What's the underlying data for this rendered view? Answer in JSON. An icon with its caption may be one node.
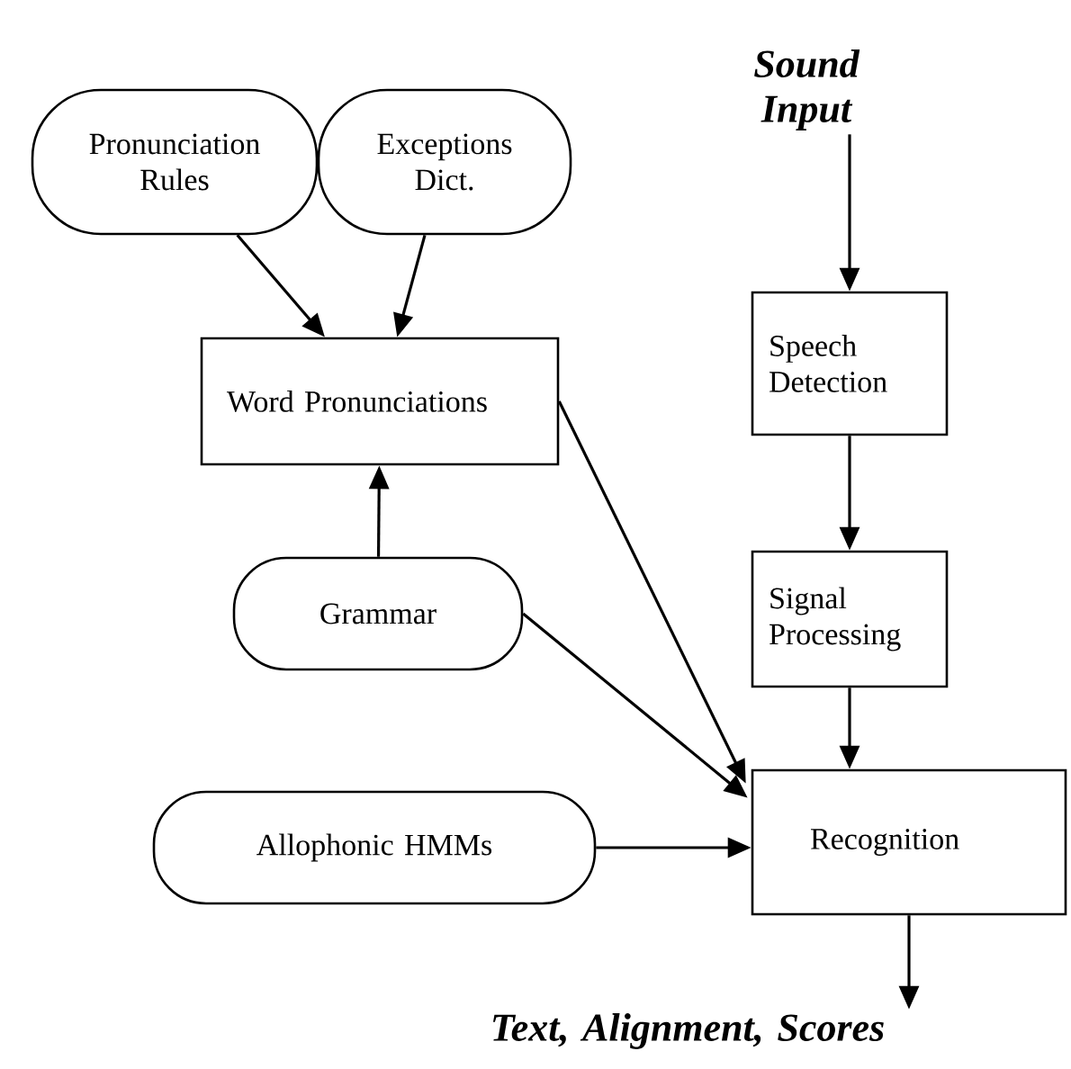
{
  "diagram": {
    "nodes": [
      {
        "text": [
          "Pronunciation Rules"
        ]
      },
      {
        "text": [
          "Exceptions Dict."
        ]
      },
      {
        "text": [
          "Word Pronunciations"
        ]
      },
      {
        "text": [
          "Sound Input"
        ]
      },
      {
        "text": [
          "Speech Detection"
        ]
      },
      {
        "text": [
          "Signal Processing"
        ]
      },
      {
        "text": [
          "Grammar"
        ]
      },
      {
        "text": [
          "Allophonic HMMs"
        ]
      },
      {
        "text": [
          "Recognition"
        ]
      },
      {
        "text": [
          "Text, Alignment, Scores"
        ]
      }
    ],
    "edges": [
      {
        "from": 0,
        "to": 2,
        "arrow": "to"
      },
      {
        "from": 1,
        "to": 2,
        "arrow": "to"
      },
      {
        "from": 6,
        "to": 2,
        "arrow": "to"
      },
      {
        "from": 2,
        "to": 8,
        "arrow": "to"
      },
      {
        "from": 6,
        "to": 8,
        "arrow": "to"
      },
      {
        "from": 7,
        "to": 8,
        "arrow": "to"
      },
      {
        "from": 3,
        "to": 4,
        "arrow": "to"
      },
      {
        "from": 4,
        "to": 5,
        "arrow": "to"
      },
      {
        "from": 5,
        "to": 8,
        "arrow": "to"
      },
      {
        "from": 8,
        "to": 9,
        "arrow": "to"
      }
    ]
  }
}
